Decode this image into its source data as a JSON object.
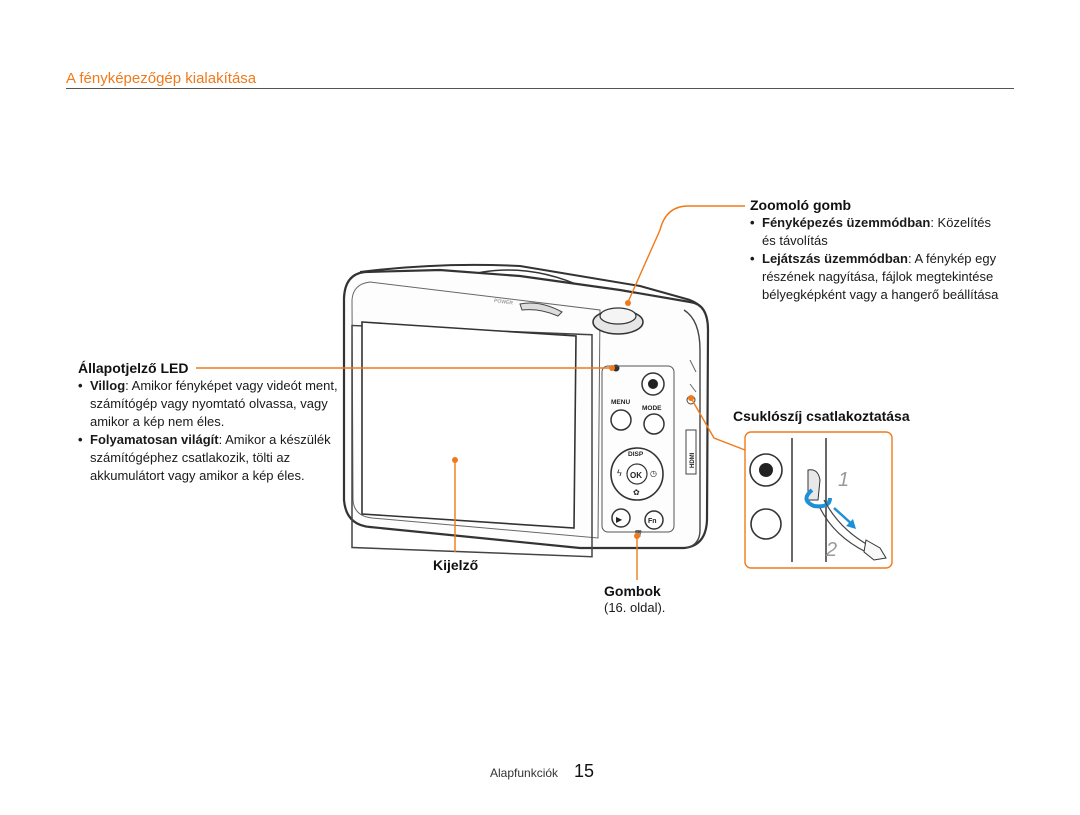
{
  "page": {
    "section_title": "A fényképezőgép kialakítása",
    "footer_section": "Alapfunkciók",
    "page_number": "15"
  },
  "callouts": {
    "zoom": {
      "title": "Zoomoló gomb",
      "item1_bold": "Fényképezés üzemmódban",
      "item1_rest": ": Közelítés és távolítás",
      "item2_bold": "Lejátszás üzemmódban",
      "item2_rest": ": A fénykép egy részének nagyítása, fájlok megtekintése bélyegképként vagy a hangerő beállítása"
    },
    "led": {
      "title": "Állapotjelző LED",
      "item1_bold": "Villog",
      "item1_rest": ": Amikor fényképet vagy videót ment, számítógép vagy nyomtató olvassa, vagy amikor a kép nem éles.",
      "item2_bold": "Folyamatosan világít",
      "item2_rest": ": Amikor a készülék számítógéphez csatlakozik, tölti az akkumulátort vagy amikor a kép éles."
    },
    "strap": {
      "title": "Csuklószíj csatlakoztatása",
      "step1": "1",
      "step2": "2"
    },
    "display": {
      "title": "Kijelző"
    },
    "buttons": {
      "title": "Gombok",
      "ref": "(16. oldal)."
    }
  },
  "camera_labels": {
    "menu": "MENU",
    "mode": "MODE",
    "disp": "DISP",
    "ok": "OK",
    "fn": "Fn",
    "hdmi": "HDMI",
    "power": "POWER"
  },
  "colors": {
    "accent": "#f07a1a",
    "rule": "#555555",
    "body": "#ffffff"
  }
}
